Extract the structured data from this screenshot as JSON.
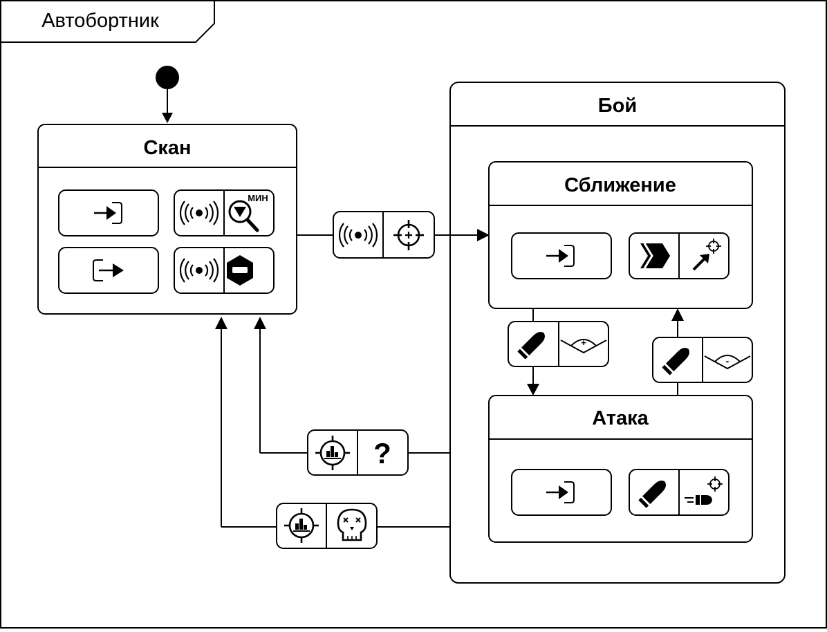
{
  "frame": {
    "title": "Автобортник"
  },
  "states": {
    "scan": {
      "title": "Скан"
    },
    "fight": {
      "title": "Бой"
    },
    "approach": {
      "title": "Сближение"
    },
    "attack": {
      "title": "Атака"
    }
  },
  "glyphs": {
    "min_label": "МИН",
    "plus": "+",
    "minus": "-",
    "question": "?"
  },
  "icons": {
    "scan_entry": [
      "enter-icon"
    ],
    "scan_exit": [
      "exit-icon"
    ],
    "scan_action_1": [
      "radar-signal-icon",
      "search-min-icon"
    ],
    "scan_action_2": [
      "radar-signal-icon",
      "stop-hexagon-icon"
    ],
    "scan_to_fight": [
      "radar-signal-icon",
      "crosshair-plus-icon"
    ],
    "approach_entry": [
      "enter-icon"
    ],
    "approach_action": [
      "chevrons-forward-icon",
      "move-to-target-icon"
    ],
    "approach_to_attack": [
      "ammo-shell-icon",
      "range-plus-icon"
    ],
    "attack_to_approach": [
      "ammo-shell-icon",
      "range-minus-icon"
    ],
    "attack_entry": [
      "enter-icon"
    ],
    "attack_action": [
      "ammo-shell-icon",
      "fire-at-target-icon"
    ],
    "fight_to_scan_lost": [
      "target-stats-icon",
      "question-icon"
    ],
    "fight_to_scan_killed": [
      "target-stats-icon",
      "skull-icon"
    ]
  }
}
